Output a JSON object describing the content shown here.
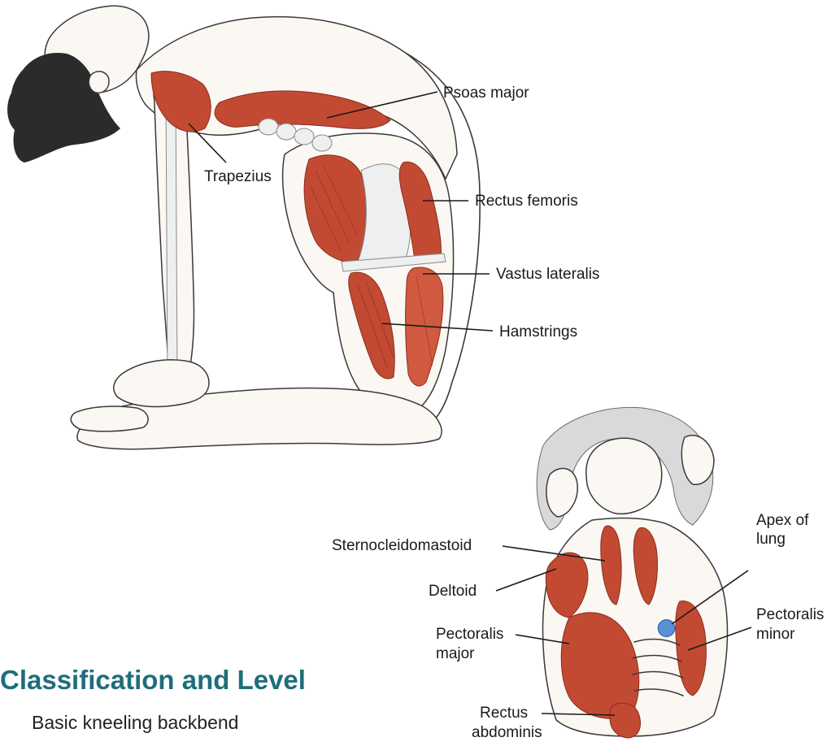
{
  "side_view": {
    "labels": {
      "psoas_major": "Psoas major",
      "trapezius": "Trapezius",
      "rectus_femoris": "Rectus femoris",
      "vastus_lateralis": "Vastus lateralis",
      "hamstrings": "Hamstrings"
    }
  },
  "front_view": {
    "labels": {
      "sternocleidomastoid": "Sternocleidomastoid",
      "apex_of_lung_line1": "Apex of",
      "apex_of_lung_line2": "lung",
      "deltoid": "Deltoid",
      "pectoralis_minor_line1": "Pectoralis",
      "pectoralis_minor_line2": "minor",
      "pectoralis_major_line1": "Pectoralis",
      "pectoralis_major_line2": "major",
      "rectus_abdominis_line1": "Rectus",
      "rectus_abdominis_line2": "abdominis"
    }
  },
  "section": {
    "heading": "Classification and Level",
    "body": "Basic kneeling backbend"
  },
  "colors": {
    "heading": "#1f6e7a",
    "muscle": "#c24a33",
    "lung_highlight": "#5b8fd6"
  }
}
